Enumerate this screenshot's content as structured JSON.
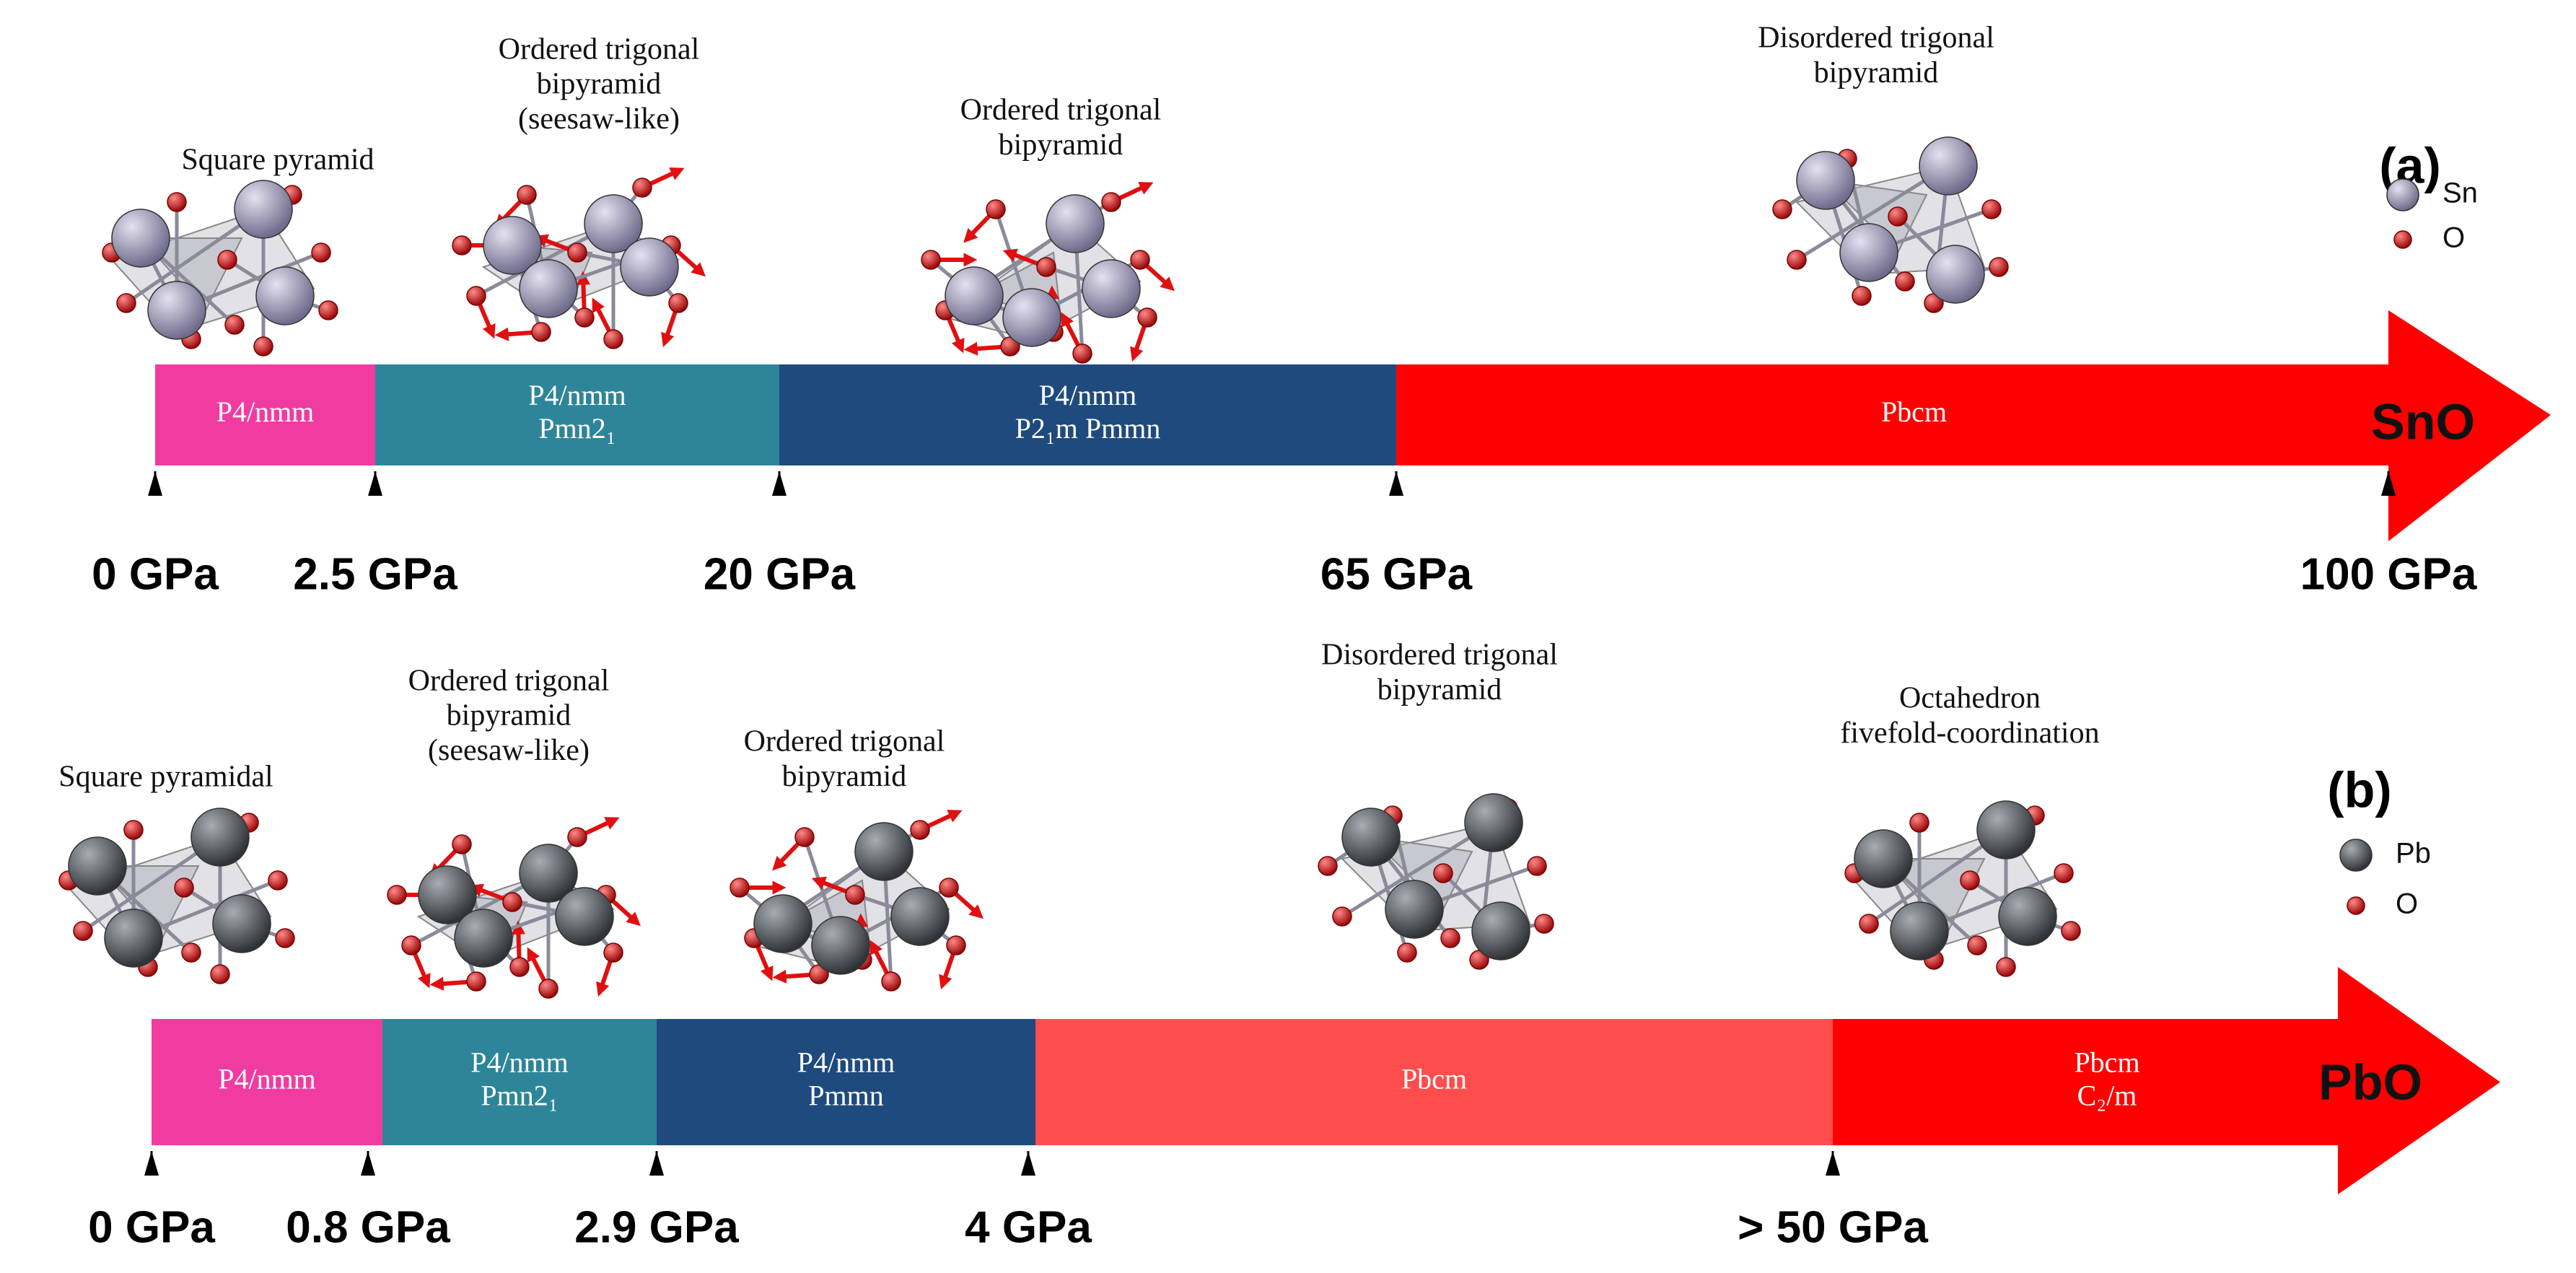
{
  "colors": {
    "pink": "#f03ca0",
    "teal": "#2e8599",
    "navy": "#1f4a7d",
    "salmon": "#ff4d4d",
    "red": "#ff0000",
    "sn_atom": "#9d9ab5",
    "pb_atom": "#555a61",
    "o_atom": "#e01010",
    "polyhedron": "#c8c8d2"
  },
  "panels": [
    {
      "label": "(a)",
      "compound": "SnO",
      "legend": [
        {
          "symbol": "Sn",
          "atom": "sn",
          "icon": "sn-atom-icon"
        },
        {
          "symbol": "O",
          "atom": "o",
          "icon": "o-atom-icon"
        }
      ],
      "segments": [
        {
          "color": "pink",
          "lines": [
            "P4/nmm"
          ]
        },
        {
          "color": "teal",
          "lines": [
            "P4/nmm",
            "Pmn2₁"
          ]
        },
        {
          "color": "navy",
          "lines": [
            "P4/nmm",
            "P2₁m      Pmmn"
          ]
        },
        {
          "color": "red",
          "lines": [
            "Pbcm"
          ]
        }
      ],
      "ticks": [
        "0 GPa",
        "2.5 GPa",
        "20 GPa",
        "65 GPa",
        "100 GPa"
      ],
      "structures": [
        {
          "lines": [
            "Square pyramid"
          ]
        },
        {
          "lines": [
            "Ordered trigonal",
            "bipyramid",
            "(seesaw-like)"
          ]
        },
        {
          "lines": [
            "Ordered trigonal",
            "bipyramid"
          ]
        },
        {
          "lines": [
            "Disordered trigonal",
            "bipyramid"
          ]
        }
      ]
    },
    {
      "label": "(b)",
      "compound": "PbO",
      "legend": [
        {
          "symbol": "Pb",
          "atom": "pb",
          "icon": "pb-atom-icon"
        },
        {
          "symbol": "O",
          "atom": "o",
          "icon": "o-atom-icon"
        }
      ],
      "segments": [
        {
          "color": "pink",
          "lines": [
            "P4/nmm"
          ]
        },
        {
          "color": "teal",
          "lines": [
            "P4/nmm",
            "Pmn2₁"
          ]
        },
        {
          "color": "navy",
          "lines": [
            "P4/nmm",
            "Pmmn"
          ]
        },
        {
          "color": "salmon",
          "lines": [
            "Pbcm"
          ]
        },
        {
          "color": "red",
          "lines": [
            "Pbcm",
            "C₂/m"
          ]
        }
      ],
      "ticks": [
        "0 GPa",
        "0.8 GPa",
        "2.9 GPa",
        "4 GPa",
        "> 50 GPa"
      ],
      "structures": [
        {
          "lines": [
            "Square pyramidal"
          ]
        },
        {
          "lines": [
            "Ordered trigonal",
            "bipyramid",
            "(seesaw-like)"
          ]
        },
        {
          "lines": [
            "Ordered trigonal",
            "bipyramid"
          ]
        },
        {
          "lines": [
            "Disordered trigonal",
            "bipyramid"
          ]
        },
        {
          "lines": [
            "Octahedron",
            "fivefold-coordination"
          ]
        }
      ]
    }
  ]
}
